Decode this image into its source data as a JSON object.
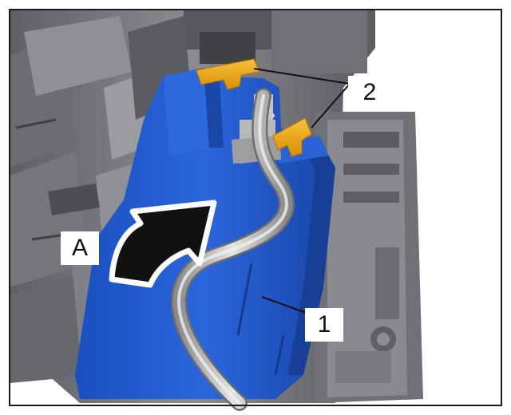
{
  "labels": {
    "arrow_label": "A",
    "part_1": "1",
    "part_2": "2"
  },
  "colors": {
    "part_body": "#1f57c8",
    "clips": "#f2a916",
    "frame": "#7d7f83",
    "frame_dark": "#505257",
    "pipe": "#bcbcbc",
    "arrow_fill": "#111111",
    "arrow_outline": "#ffffff",
    "background": "#ffffff"
  }
}
